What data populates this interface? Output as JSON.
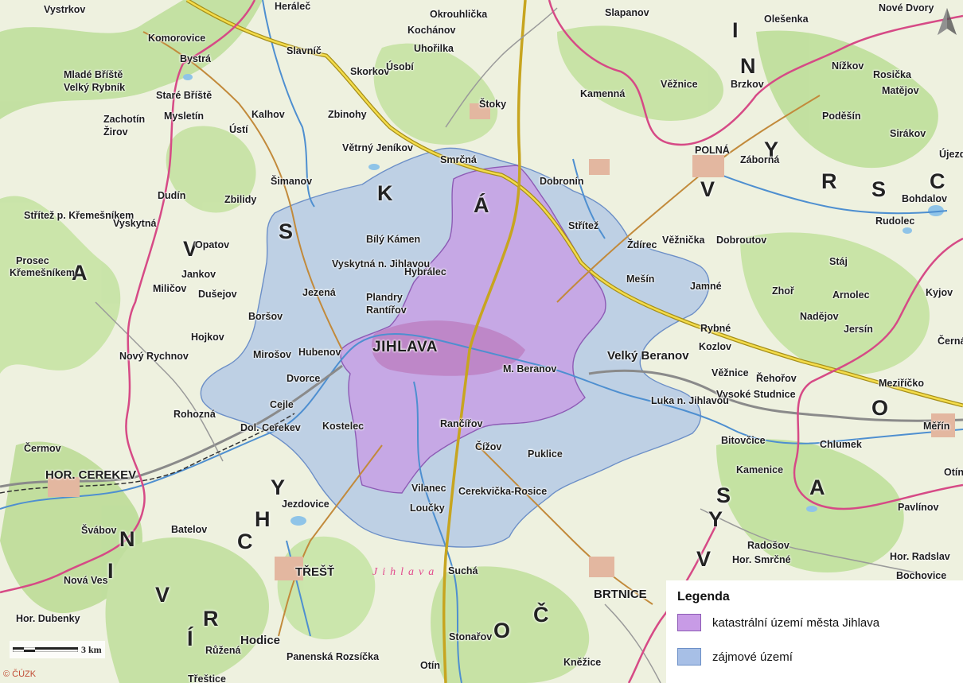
{
  "legend": {
    "title": "Legenda",
    "items": [
      {
        "label": "katastrální území města Jihlava",
        "color": "#c89be6",
        "border": "#8d5bb5"
      },
      {
        "label": "zájmové území",
        "color": "#a7bfe6",
        "border": "#6c8fc7"
      }
    ]
  },
  "scale": {
    "label": "3 km"
  },
  "copyright": "© ČÚZK",
  "river_label": "Jihlava",
  "colors": {
    "forest": "#bfdf9c",
    "field": "#f3f0d4",
    "highway": "#c7b23a",
    "border": "#d64a86",
    "water": "#8fc4e8"
  },
  "regions": [
    "S",
    "K",
    "Á",
    "V",
    "Y",
    "S",
    "O",
    "C",
    "R",
    "A",
    "N",
    "I",
    "V",
    "V",
    "Í",
    "R",
    "C",
    "H",
    "Y",
    "V",
    "Y",
    "S",
    "O",
    "Č",
    "I",
    "N",
    "A"
  ],
  "places": [
    "Vystrkov",
    "Heráleč",
    "Okrouhlička",
    "Slapanov",
    "Olešenka",
    "Nové Dvory",
    "Komorovice",
    "Bystrá",
    "Slavníč",
    "Kochánov",
    "Uhořilka",
    "Nížkov",
    "Rosička",
    "Matějov",
    "Mladé Bříště",
    "Staré Bříště",
    "Skorkov",
    "Úsobí",
    "Věžnice",
    "Brzkov",
    "Velký Rybník",
    "Mysletín",
    "Kalhov",
    "Zbinohy",
    "Štoky",
    "Kamenná",
    "Poděšín",
    "Sirákov",
    "Ústí",
    "Zachotín",
    "Žirov",
    "Větrný Jeníkov",
    "Smrčná",
    "Dobronín",
    "POLNÁ",
    "Záborná",
    "Újezd",
    "Šimanov",
    "Dudín",
    "Zbilidy",
    "Bohdalov",
    "Střítež p. Křemešníkem",
    "Vyskytná",
    "Bílý Kámen",
    "Střítež",
    "Rudolec",
    "Opatov",
    "Vyskytná n. Jihlavou",
    "Hybrálec",
    "Ždírec",
    "Věžnička",
    "Dobroutov",
    "Prosec",
    "Křemešníkem",
    "Jankov",
    "Jezená",
    "Mešín",
    "Jamné",
    "Stáj",
    "Kyjov",
    "Dušejov",
    "Plandry",
    "Rantířov",
    "Zhoř",
    "Arnolec",
    "Miličov",
    "Boršov",
    "Hojkov",
    "Nadějov",
    "Jersín",
    "Rybné",
    "Hubenov",
    "Mirošov",
    "Nový Rychnov",
    "Velký Beranov",
    "Kozlov",
    "Černá",
    "JIHLAVA",
    "M. Beranov",
    "Věžnice",
    "Řehořov",
    "Meziříčko",
    "Dvorce",
    "Cejle",
    "Vysoké Studnice",
    "Rohozná",
    "Rančířov",
    "Luka n. Jihlavou",
    "Čermov",
    "Dol. Cerekev",
    "Kostelec",
    "Čížov",
    "Puklice",
    "Bitovčice",
    "Chlumek",
    "Měřín",
    "HOR. CEREKEV",
    "Vilanec",
    "Cerekvička-Rosice",
    "Kamenice",
    "Otín",
    "Jezdovice",
    "Švábov",
    "Batelov",
    "Loučky",
    "Pavlínov",
    "Radošov",
    "TŘEŠŤ",
    "Suchá",
    "BRTNICE",
    "Hor. Smrčné",
    "Hor. Radslav",
    "Bochovice",
    "Nová Ves",
    "Hor. Dubenky",
    "Růžená",
    "Hodice",
    "Stonařov",
    "Kněžice",
    "Otín",
    "Panenská Rozsíčka",
    "Třeštice"
  ]
}
